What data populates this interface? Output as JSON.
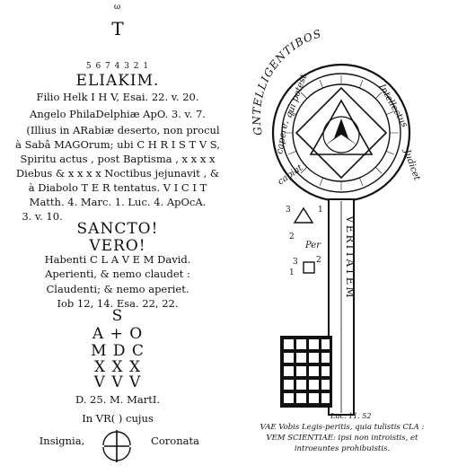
{
  "left": {
    "top_glyph_omega": "ω",
    "top_glyph_tau": "T",
    "numbers_row": "5 6 7 4 3 2 1",
    "title": "ELIAKIM.",
    "lines": [
      "Filio Helk I H V, Esai. 22. v. 20.",
      "Angelo PhilaDelphiæ ApO. 3. v. 7.",
      "(Illius in ARabiæ deserto, non procul",
      "à Sabâ MAGOrum; ubi C H R I S T V S,",
      "Spiritu actus , post Baptisma , x x x x",
      "Diebus & x x x x Noctibus jejunavit , &",
      "à Diabolo T E R tentatus. V I C I T",
      "Matth. 4. Marc. 1. Luc. 4. ApOcA.",
      "3. v. 10."
    ],
    "sancto": "SANCTO!",
    "vero": "VERO!",
    "lines2": [
      "Habenti C L A V E M David.",
      "Aperienti, & nemo claudet :",
      "Claudenti; & nemo aperiet.",
      "Iob 12, 14. Esa. 22, 22."
    ],
    "letters": [
      "S",
      "A + O",
      "M D C",
      "X X X",
      "V V V"
    ],
    "date_line": "D. 25.   M. MartI.",
    "in_vr": "In VR(  ) cujus",
    "insignia": "Insignia,",
    "coronata": "Coronata"
  },
  "key": {
    "arc_text": "GNTELLIGENTIBOS",
    "intellectus": "Intellectus",
    "judicet": "Judicet",
    "potest": "qui potest",
    "capere": "capere,",
    "capiat": "capiat",
    "veritatem": "VERITATEM",
    "per": "Per",
    "nums": [
      "3",
      "1",
      "2",
      "3",
      "2",
      "1"
    ],
    "reference": "Luc. 11. 52",
    "caption_lines": [
      "VAE Vobis Legis-peritis, quia tulistis CLA :",
      "VEM SCIENTIAE: ipsi non introistis, et",
      "introeuntes prohibuistis."
    ]
  }
}
